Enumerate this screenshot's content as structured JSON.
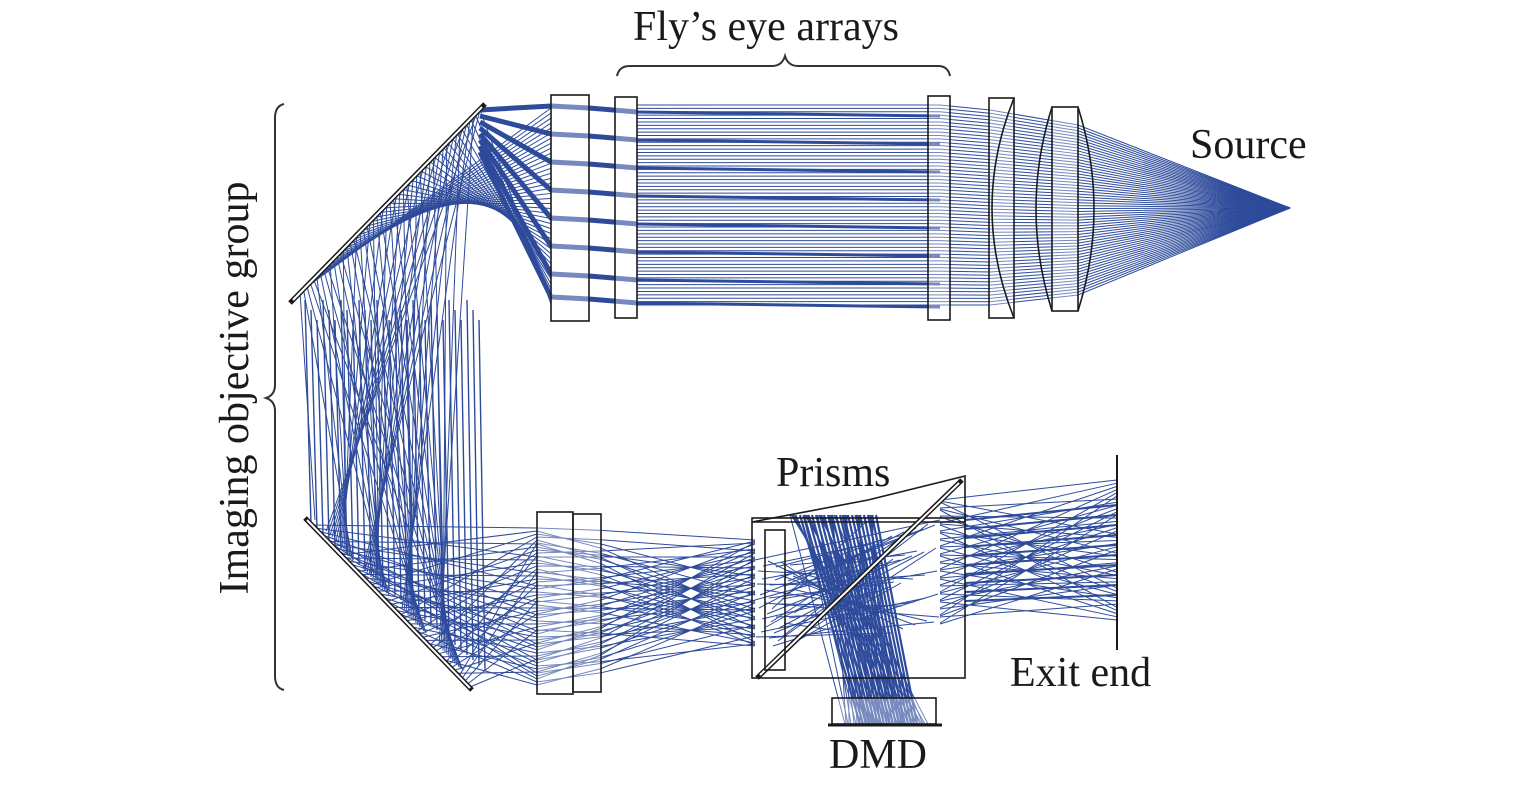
{
  "labels": {
    "flys_eye_arrays": "Fly’s eye arrays",
    "source": "Source",
    "imaging_objective_group": "Imaging objective group",
    "prisms": "Prisms",
    "exit_end": "Exit end",
    "dmd": "DMD"
  },
  "colors": {
    "ray": "#2e4b9b",
    "outline": "#1a1a1a",
    "background": "#ffffff"
  }
}
